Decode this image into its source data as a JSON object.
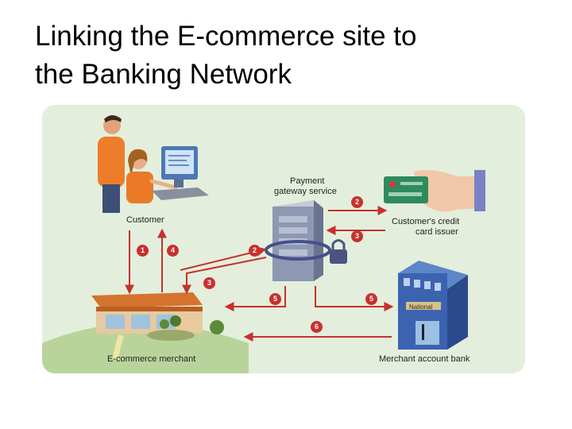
{
  "slide": {
    "title_line1": "Linking the E-commerce site to",
    "title_line2": "the Banking Network"
  },
  "diagram": {
    "labels": {
      "customer": "Customer",
      "payment_gateway_line1": "Payment",
      "payment_gateway_line2": "gateway service",
      "credit_issuer_line1": "Customer's credit",
      "credit_issuer_line2": "card issuer",
      "ecommerce_merchant": "E-commerce merchant",
      "merchant_bank": "Merchant account bank",
      "bank_sign": "National"
    },
    "steps": [
      "1",
      "4",
      "2",
      "3",
      "2",
      "3",
      "5",
      "5",
      "6"
    ],
    "colors": {
      "panel": "#e3efdc",
      "arrow": "#c8302e",
      "badge": "#c8302e"
    }
  }
}
